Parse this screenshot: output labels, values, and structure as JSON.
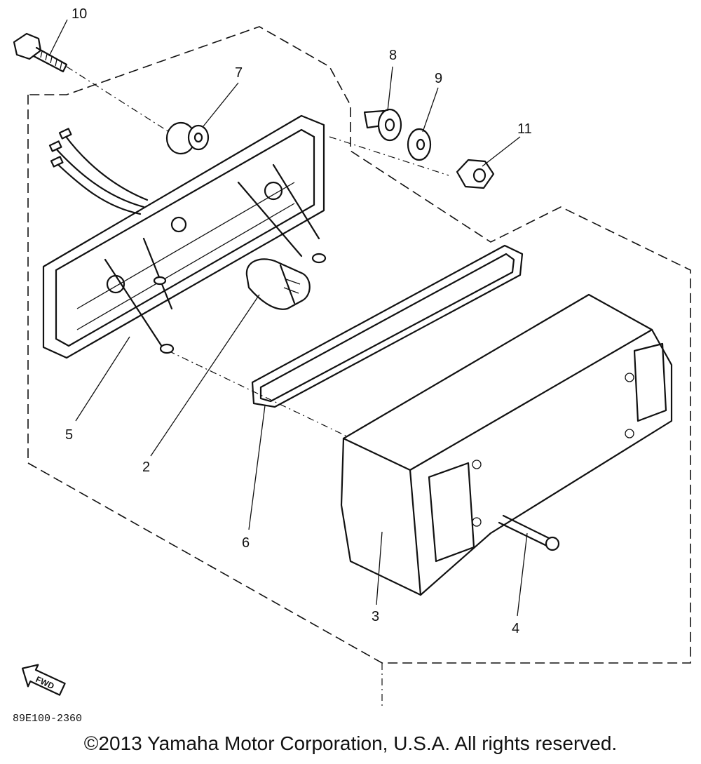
{
  "callouts": {
    "p2": "2",
    "p3": "3",
    "p4": "4",
    "p5": "5",
    "p6": "6",
    "p7": "7",
    "p8": "8",
    "p9": "9",
    "p10": "10",
    "p11": "11"
  },
  "fwd_label": "FWD",
  "drawing_code": "89E100-2360",
  "copyright": "©2013 Yamaha Motor Corporation, U.S.A. All rights reserved."
}
